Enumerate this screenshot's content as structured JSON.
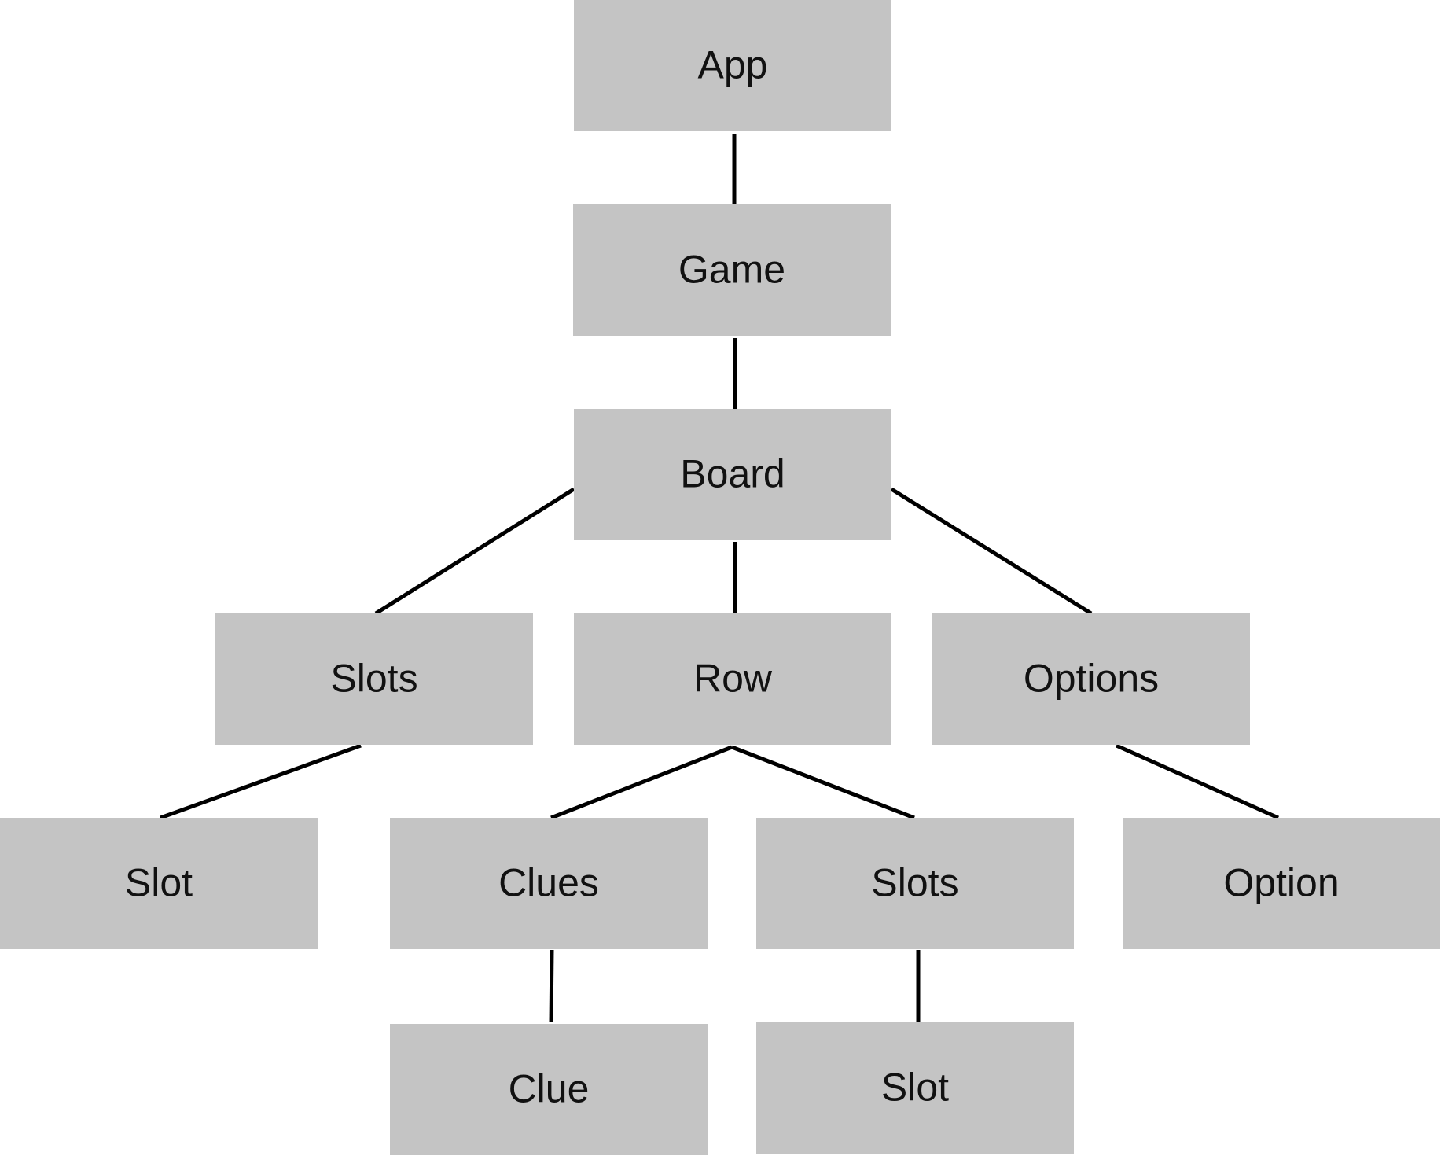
{
  "diagram": {
    "type": "component-tree",
    "box_color": "#c4c4c4",
    "line_color": "#000000",
    "nodes": [
      {
        "id": "app",
        "label": "App"
      },
      {
        "id": "game",
        "label": "Game"
      },
      {
        "id": "board",
        "label": "Board"
      },
      {
        "id": "slots-1",
        "label": "Slots"
      },
      {
        "id": "row",
        "label": "Row"
      },
      {
        "id": "options",
        "label": "Options"
      },
      {
        "id": "slot-1",
        "label": "Slot"
      },
      {
        "id": "clues",
        "label": "Clues"
      },
      {
        "id": "slots-2",
        "label": "Slots"
      },
      {
        "id": "option",
        "label": "Option"
      },
      {
        "id": "clue",
        "label": "Clue"
      },
      {
        "id": "slot-2",
        "label": "Slot"
      }
    ],
    "edges": [
      {
        "from": "app",
        "to": "game"
      },
      {
        "from": "game",
        "to": "board"
      },
      {
        "from": "board",
        "to": "slots-1"
      },
      {
        "from": "board",
        "to": "row"
      },
      {
        "from": "board",
        "to": "options"
      },
      {
        "from": "slots-1",
        "to": "slot-1"
      },
      {
        "from": "row",
        "to": "clues"
      },
      {
        "from": "row",
        "to": "slots-2"
      },
      {
        "from": "options",
        "to": "option"
      },
      {
        "from": "clues",
        "to": "clue"
      },
      {
        "from": "slots-2",
        "to": "slot-2"
      }
    ]
  }
}
